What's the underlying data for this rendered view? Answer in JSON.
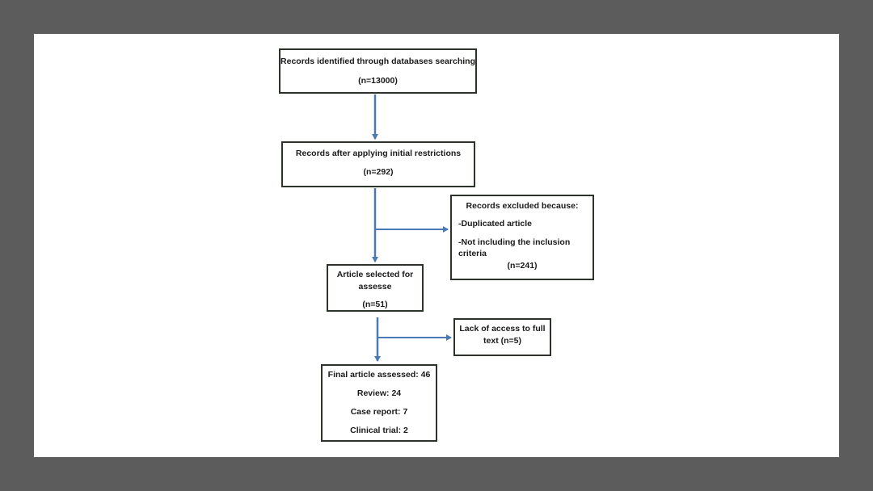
{
  "boxes": {
    "identified": {
      "title": "Records identified through databases searching",
      "count": "(n=13000)"
    },
    "after_restrictions": {
      "title": "Records after applying initial restrictions",
      "count": "(n=292)"
    },
    "excluded": {
      "title": "Records excluded because:",
      "reason_1": "-Duplicated article",
      "reason_2_line1": "-Not including the inclusion",
      "reason_2_line2": "criteria",
      "count": "(n=241)"
    },
    "selected": {
      "title_line1": "Article selected for",
      "title_line2": "assesse",
      "count": "(n=51)"
    },
    "no_access": {
      "title_line1": "Lack of access to full",
      "title_line2": "text (n=5)"
    },
    "final": {
      "line1": "Final article assessed: 46",
      "line2": "Review: 24",
      "line3": "Case report: 7",
      "line4": "Clinical trial: 2"
    }
  },
  "colors": {
    "arrow": "#4a7ab5",
    "box_border": "#2b332b",
    "frame": "#5c5c5c"
  }
}
